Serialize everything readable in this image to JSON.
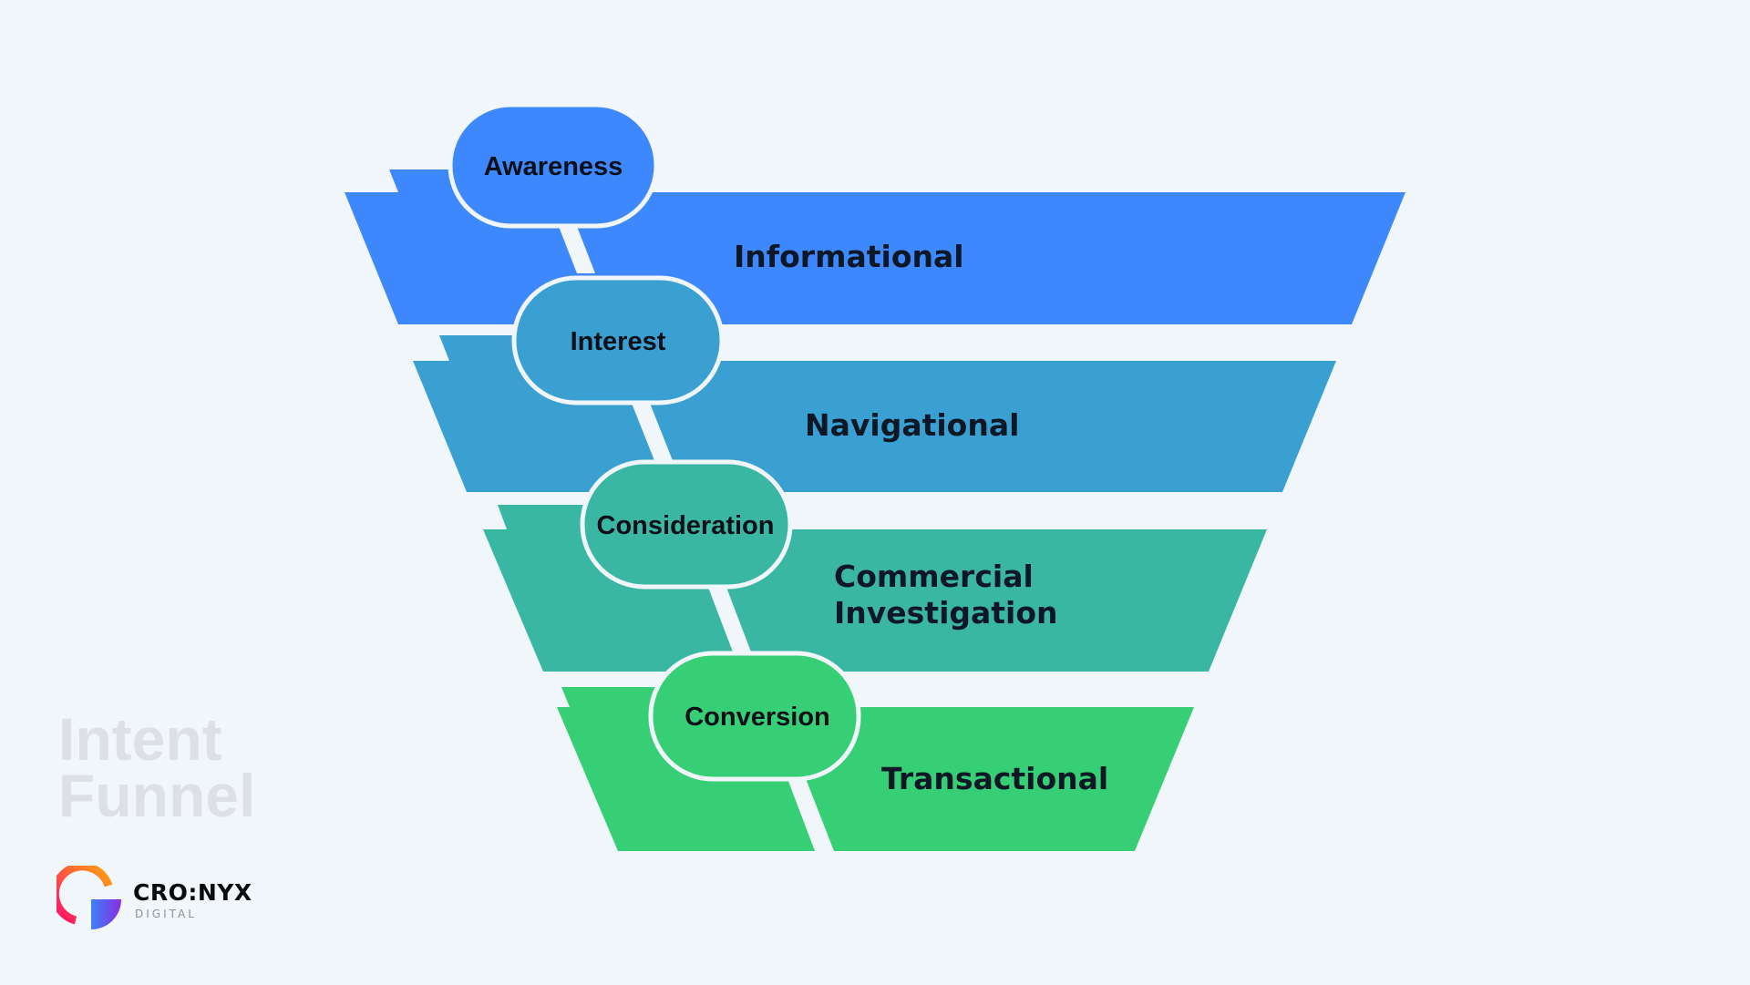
{
  "title": {
    "line1": "Intent",
    "line2": "Funnel"
  },
  "brand": {
    "name": "CRO:NYX",
    "subtitle": "DIGITAL"
  },
  "colors": {
    "background": "#f1f6fa",
    "informational": "#3d88fd",
    "navigational": "#3aa0d1",
    "commercial": "#3ab7a2",
    "transactional": "#37cf75",
    "text": "#0d1726"
  },
  "stages": [
    {
      "stage": "Awareness",
      "intent": [
        "Informational"
      ],
      "color": "#3d88fd"
    },
    {
      "stage": "Interest",
      "intent": [
        "Navigational"
      ],
      "color": "#3aa0d1"
    },
    {
      "stage": "Consideration",
      "intent": [
        "Commercial",
        "Investigation"
      ],
      "color": "#3ab7a2"
    },
    {
      "stage": "Conversion",
      "intent": [
        "Transactional"
      ],
      "color": "#37cf75"
    }
  ]
}
